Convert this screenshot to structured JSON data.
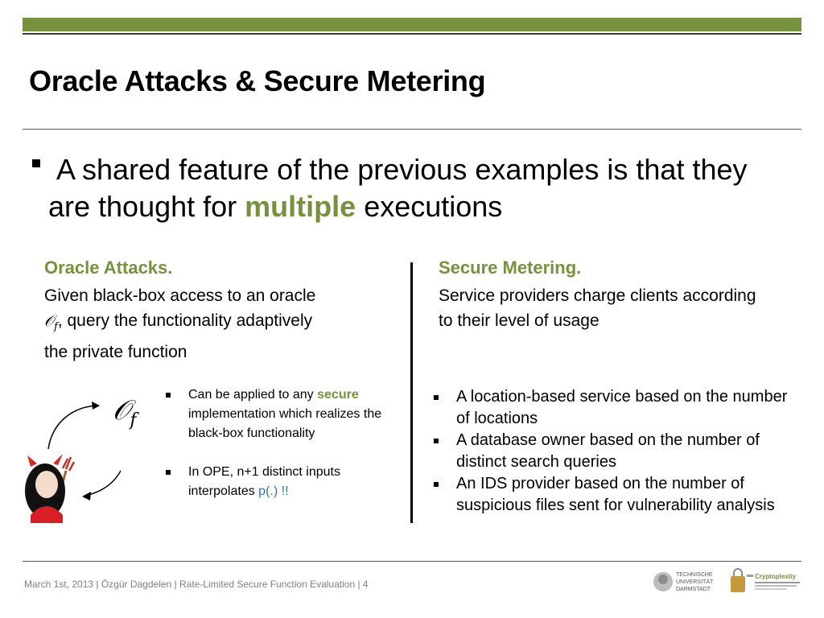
{
  "slide": {
    "title": "Oracle Attacks & Secure Metering",
    "bullet": {
      "text_before": "A shared feature of the previous examples is that they are thought for ",
      "highlight": "multiple",
      "text_after": " executions"
    }
  },
  "left_column": {
    "heading": "Oracle Attacks.",
    "line1": "Given black-box access to an oracle",
    "oracle_symbol": "𝒪",
    "oracle_subscript": "f",
    "line2": ", query the functionality adaptively",
    "line3": "the private function",
    "diagram_oracle": "𝒪",
    "diagram_subscript": "f",
    "list": {
      "item1_before": "Can be applied to any ",
      "item1_highlight": "secure",
      "item1_after": " implementation which realizes the black-box functionality",
      "item2_before": "In OPE, n+1 distinct inputs interpolates ",
      "item2_highlight": "p(.)",
      "item2_after": " !!"
    }
  },
  "right_column": {
    "heading": "Secure Metering.",
    "body": "Service providers charge clients according to their level of usage",
    "list": [
      "A location-based service based on the number of locations",
      "A database owner based on the number of distinct search queries",
      "An IDS provider based on the number of suspicious files sent for vulnerability analysis"
    ]
  },
  "footer": {
    "text": "March 1st, 2013 | Özgür Dagdelen | Rate-Limited Secure Function Evaluation | 4"
  },
  "logos": {
    "tu_lines": [
      "TECHNISCHE",
      "UNIVERSITÄT",
      "DARMSTADT"
    ],
    "crypto_name": "Cryptoplexity"
  },
  "colors": {
    "accent_green": "#76923c",
    "blue": "#2e75b6"
  }
}
